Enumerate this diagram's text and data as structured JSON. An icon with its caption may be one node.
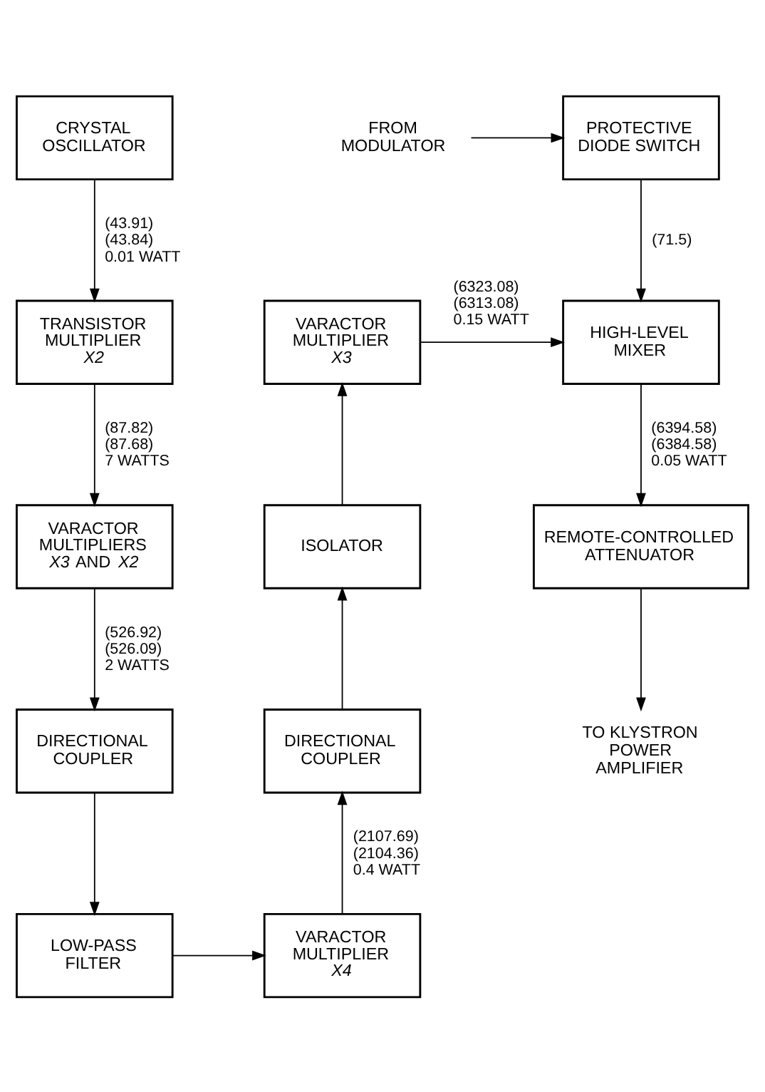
{
  "diagram": {
    "nodes": [
      {
        "text": [
          "CRYSTAL OSCILLATOR"
        ]
      },
      {
        "text": [
          "TRANSISTOR MULTIPLIER",
          "X2"
        ]
      },
      {
        "text": [
          "VARACTOR MULTIPLIERS",
          "*X3* AND *X2*"
        ]
      },
      {
        "text": [
          "DIRECTIONAL COUPLER"
        ]
      },
      {
        "text": [
          "LOW-PASS FILTER"
        ]
      },
      {
        "text": [
          "VARACTOR MULTIPLIER",
          "X4"
        ]
      },
      {
        "text": [
          "DIRECTIONAL COUPLER"
        ]
      },
      {
        "text": [
          "ISOLATOR"
        ]
      },
      {
        "text": [
          "VARACTOR MULTIPLIER",
          "X3"
        ]
      },
      {
        "text": [
          "FROM MODULATOR"
        ]
      },
      {
        "text": [
          "PROTECTIVE DIODE SWITCH"
        ]
      },
      {
        "text": [
          "HIGH-LEVEL MIXER"
        ]
      },
      {
        "text": [
          "REMOTE-CONTROLLED ATTENUATOR"
        ]
      },
      {
        "text": [
          "TO KLYSTRON POWER AMPLIFIER"
        ]
      }
    ],
    "edges": [
      {
        "from": 0,
        "to": 1,
        "arrow": "to",
        "label": "(43.91) (43.84) 0.01 WATT"
      },
      {
        "from": 1,
        "to": 2,
        "arrow": "to",
        "label": "(87.82) (87.68) 7 WATTS"
      },
      {
        "from": 2,
        "to": 3,
        "arrow": "to",
        "label": "(526.92) (526.09) 2 WATTS"
      },
      {
        "from": 3,
        "to": 4,
        "arrow": "to"
      },
      {
        "from": 4,
        "to": 5,
        "arrow": "to"
      },
      {
        "from": 5,
        "to": 6,
        "arrow": "to",
        "label": "(2107.69) (2104.36) 0.4 WATT"
      },
      {
        "from": 6,
        "to": 7,
        "arrow": "to"
      },
      {
        "from": 7,
        "to": 8,
        "arrow": "to"
      },
      {
        "from": 8,
        "to": 11,
        "arrow": "to",
        "label": "(6323.08) (6313.08) 0.15 WATT"
      },
      {
        "from": 9,
        "to": 10,
        "arrow": "to"
      },
      {
        "from": 10,
        "to": 11,
        "arrow": "to",
        "label": "(71.5)"
      },
      {
        "from": 11,
        "to": 12,
        "arrow": "to",
        "label": "(6394.58) (6384.58) 0.05 WATT"
      },
      {
        "from": 12,
        "to": 13,
        "arrow": "to"
      }
    ]
  }
}
